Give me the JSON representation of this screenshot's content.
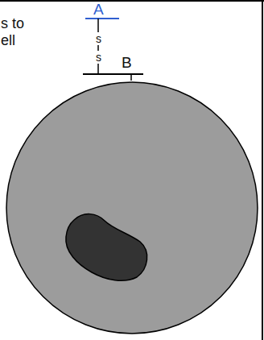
{
  "diagram": {
    "labels": [
      "s to",
      "ell",
      "A",
      "s",
      "s",
      "B"
    ]
  }
}
